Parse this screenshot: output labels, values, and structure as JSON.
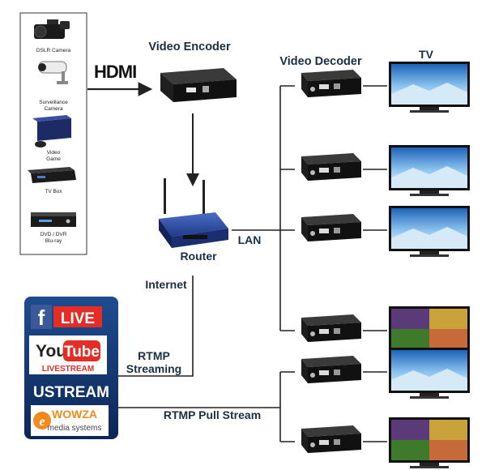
{
  "sources": [
    {
      "label": "DSLR Camera",
      "icon": "camera-icon"
    },
    {
      "label": "Surveillance",
      "label2": "Camera",
      "icon": "surveillance-camera-icon"
    },
    {
      "label": "Video",
      "label2": "Game",
      "icon": "game-console-icon"
    },
    {
      "label": "TV Box",
      "icon": "tv-box-icon"
    },
    {
      "label": "DVD / DVR",
      "label2": "Blu-ray",
      "icon": "dvd-player-icon"
    }
  ],
  "hdmi_logo": "HDMI",
  "encoder_title": "Video Encoder",
  "decoder_title": "Video Decoder",
  "tv_title": "TV",
  "router_label": "Router",
  "lan_label": "LAN",
  "internet_label": "Internet",
  "rtmp_streaming_label_1": "RTMP",
  "rtmp_streaming_label_2": "Streaming",
  "rtmp_pull_label": "RTMP Pull Stream",
  "platforms": {
    "facebook_f": "f",
    "facebook_live": "LIVE",
    "youtube_you": "You",
    "youtube_tube": "Tube",
    "youtube_livestream": "LIVESTREAM",
    "ustream": "USTREAM",
    "wowza": "WOWZA",
    "wowza_sub": "media systems"
  },
  "colors": {
    "label": "#1a2f43",
    "facebook_blue": "#3b5998",
    "youtube_red": "#e52d27",
    "router_blue": "#2f4fa3",
    "panel_blue": "#123a7a"
  }
}
